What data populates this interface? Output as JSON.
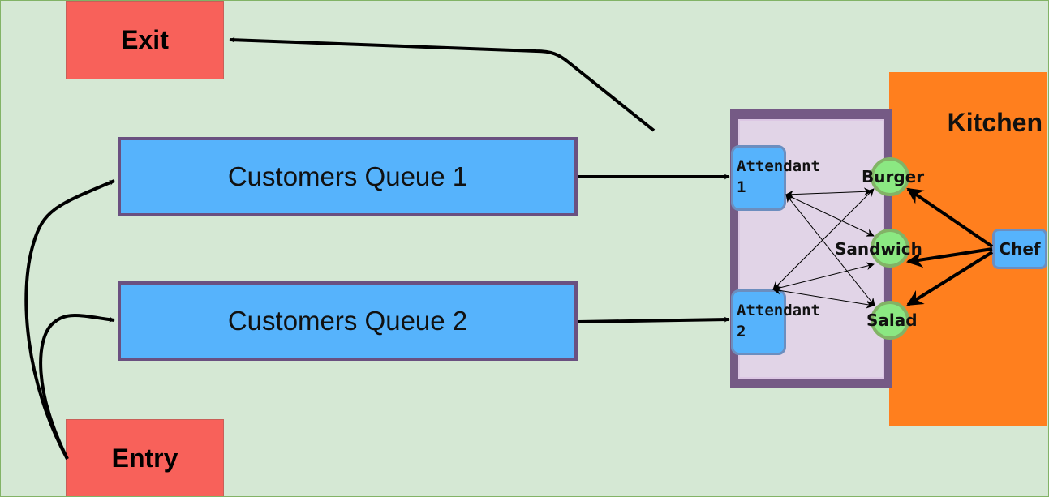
{
  "nodes": {
    "exit": "Exit",
    "entry": "Entry",
    "queue_1": "Customers Queue 1",
    "queue_2": "Customers Queue 2",
    "kitchen": "Kitchen",
    "attendant_1": "Attendant\n1",
    "attendant_2": "Attendant\n2",
    "burger": "Burger",
    "sandwich": "Sandwich",
    "salad": "Salad",
    "chef": "Chef"
  },
  "colors": {
    "background": "#d5e8d4",
    "exit_entry": "#f8615a",
    "queue": "#56b3fc",
    "queue_border": "#6a5080",
    "kitchen": "#ff7f1e",
    "counter": "#755a85",
    "food": "#8be882",
    "arrow": "#000000"
  },
  "edges": [
    {
      "from": "Entry",
      "to": "Customers Queue 1"
    },
    {
      "from": "Entry",
      "to": "Customers Queue 2"
    },
    {
      "from": "Customers Queue 1",
      "to": "Attendant 1"
    },
    {
      "from": "Customers Queue 2",
      "to": "Attendant 2"
    },
    {
      "from": "Attendant 1",
      "to": "Burger",
      "bidirectional": true
    },
    {
      "from": "Attendant 1",
      "to": "Sandwich",
      "bidirectional": true
    },
    {
      "from": "Attendant 1",
      "to": "Salad",
      "bidirectional": true
    },
    {
      "from": "Attendant 2",
      "to": "Burger",
      "bidirectional": true
    },
    {
      "from": "Attendant 2",
      "to": "Sandwich",
      "bidirectional": true
    },
    {
      "from": "Attendant 2",
      "to": "Salad",
      "bidirectional": true
    },
    {
      "from": "Chef",
      "to": "Burger"
    },
    {
      "from": "Chef",
      "to": "Sandwich"
    },
    {
      "from": "Chef",
      "to": "Salad"
    },
    {
      "from": "Counter",
      "to": "Exit"
    }
  ]
}
